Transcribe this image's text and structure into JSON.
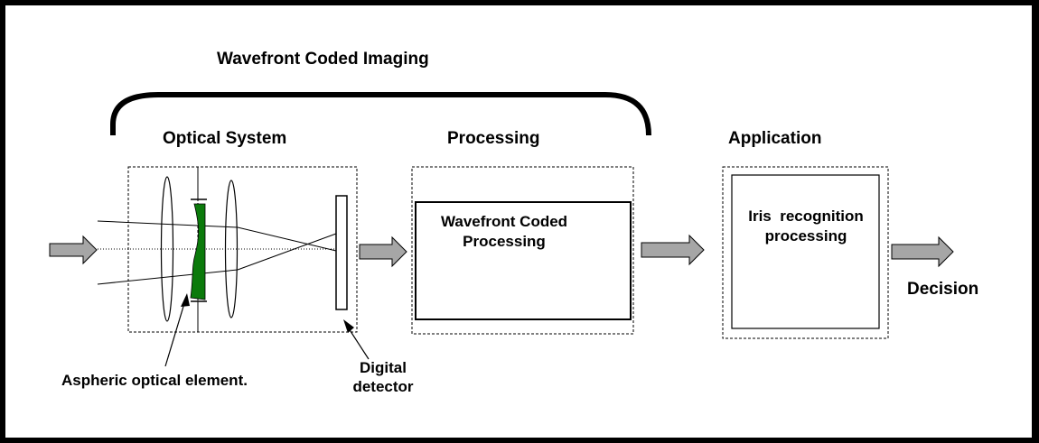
{
  "title": "Wavefront Coded Imaging",
  "sections": {
    "optical_system": "Optical System",
    "processing": "Processing",
    "application": "Application"
  },
  "boxes": {
    "wavefront_processing": [
      "Wavefront Coded",
      "Processing"
    ],
    "iris_processing": [
      "Iris  recognition",
      "processing"
    ]
  },
  "callouts": {
    "aspheric_element": "Aspheric optical element.",
    "digital_detector": [
      "Digital",
      "detector"
    ]
  },
  "output": "Decision",
  "colors": {
    "background": "#000000",
    "canvas": "#ffffff",
    "aspheric_element": "#0b7a0b",
    "arrow_fill": "#a6a6a6",
    "stroke": "#000000"
  }
}
